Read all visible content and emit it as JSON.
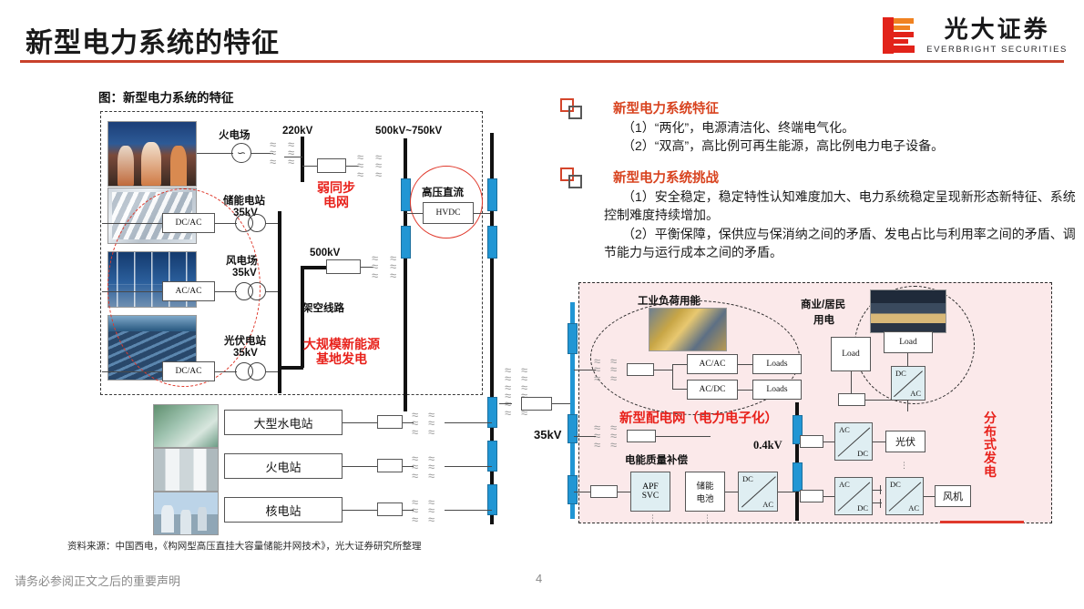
{
  "header": {
    "title": "新型电力系统的特征",
    "rule_color": "#c8412b",
    "logo": {
      "cn": "光大证券",
      "en": "EVERBRIGHT SECURITIES",
      "mark_name": "everbright-logo-mark",
      "mark_colors": [
        "#e2231a",
        "#f08221"
      ]
    }
  },
  "figure": {
    "caption": "图：新型电力系统的特征",
    "source": "资料来源：中国西电，《构网型高压直挂大容量储能并网技术》，光大证券研究所整理",
    "generation": {
      "thermal": {
        "name": "火电场",
        "gen_symbol": "∽"
      },
      "storage": {
        "name": "储能电站",
        "voltage": "35kV",
        "converter": "DC/AC"
      },
      "wind": {
        "name": "风电场",
        "voltage": "35kV",
        "converter": "AC/AC"
      },
      "solar": {
        "name": "光伏电站",
        "voltage": "35kV",
        "converter": "DC/AC"
      }
    },
    "voltages": {
      "v220": "220kV",
      "v500_750": "500kV~750kV",
      "v500": "500kV",
      "v35": "35kV",
      "v04": "0.4kV"
    },
    "labels": {
      "overhead_line": "架空线路",
      "hvdc_title": "高压直流",
      "hvdc_box": "HVDC",
      "weak_sync": "弱同步\n电网",
      "weak_sync_l1": "弱同步",
      "weak_sync_l2": "电网",
      "large_scale_l1": "大规模新能源",
      "large_scale_l2": "基地发电",
      "new_dist_grid": "新型配电网（电力电子化）",
      "power_quality": "电能质量补偿",
      "industrial_load": "工业负荷用能",
      "commercial_load_l1": "商业/居民",
      "commercial_load_l2": "用电",
      "distributed_gen": "分布式发电"
    },
    "plants": [
      {
        "label": "大型水电站"
      },
      {
        "label": "火电站"
      },
      {
        "label": "核电站"
      }
    ],
    "dist_boxes": {
      "acac": "AC/AC",
      "acdc": "AC/DC",
      "loads1": "Loads",
      "loads2": "Loads",
      "load_left": "Load",
      "load_right": "Load",
      "apf_l1": "APF",
      "apf_l2": "SVC",
      "battery_l1": "储能",
      "battery_l2": "电池",
      "pv1": "光伏",
      "pv2": "光伏",
      "fan": "风机",
      "dc": "DC",
      "ac": "AC"
    },
    "colors": {
      "bus_black": "#111111",
      "bus_blue": "#2196d4",
      "panel_pink": "#fbe9ea",
      "red_text": "#e8211b",
      "converter_fill": "#dfeef2"
    }
  },
  "bullets": [
    {
      "heading": "新型电力系统特征",
      "lines": [
        "（1）“两化”，电源清洁化、终端电气化。",
        "（2）“双高”，高比例可再生能源，高比例电力电子设备。"
      ]
    },
    {
      "heading": "新型电力系统挑战",
      "lines": [
        "（1）安全稳定，稳定特性认知难度加大、电力系统稳定呈现新形态新特征、系统控制难度持续增加。",
        "（2）平衡保障，保供应与保消纳之间的矛盾、发电占比与利用率之间的矛盾、调节能力与运行成本之间的矛盾。"
      ]
    }
  ],
  "footer": {
    "note": "请务必参阅正文之后的重要声明",
    "page": "4"
  }
}
